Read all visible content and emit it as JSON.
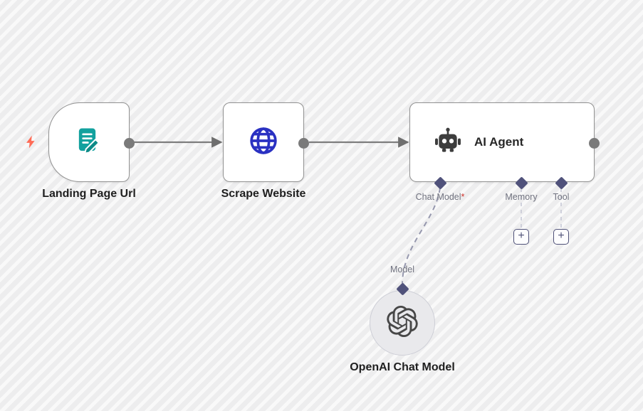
{
  "canvas": {
    "background_color": "#ededee",
    "stripe_color": "#f8f8f9"
  },
  "connectors": {
    "line_color": "#7d7d7d",
    "dashed_line_color": "#9698ae",
    "port_diamond_color": "#50527b",
    "output_dot_color": "#7a7a7a"
  },
  "trigger_node": {
    "label": "Landing Page Url",
    "icon": "document-edit-icon",
    "icon_color": "#12a19e",
    "trigger_bolt_color": "#ff6b56"
  },
  "scrape_node": {
    "label": "Scrape Website",
    "icon": "globe-icon",
    "icon_color": "#2a31c2"
  },
  "agent_node": {
    "title": "AI Agent",
    "icon": "robot-icon",
    "ports": [
      {
        "label": "Chat Model",
        "marker": "*"
      },
      {
        "label": "Memory"
      },
      {
        "label": "Tool"
      }
    ],
    "add_button_label": "+"
  },
  "openai_node": {
    "label": "OpenAI Chat Model",
    "icon": "openai-icon",
    "port_label": "Model"
  }
}
